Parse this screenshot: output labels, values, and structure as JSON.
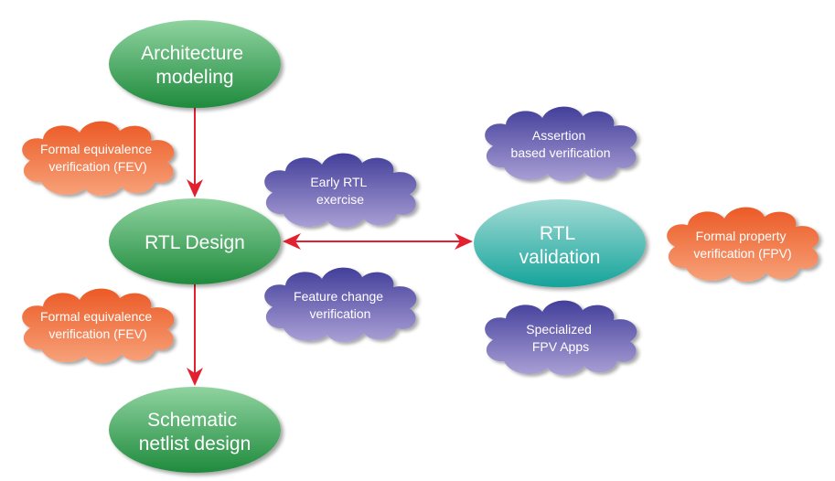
{
  "colors": {
    "green_top": "#8fd3a0",
    "green_bottom": "#1e8a3c",
    "teal_top": "#a5dcd6",
    "teal_bottom": "#14a39a",
    "orange_top": "#ec5a26",
    "orange_bottom": "#f7a27a",
    "purple_top": "#433f9a",
    "purple_bottom": "#aaa0d6",
    "arrow": "#e3202f"
  },
  "nodes": {
    "architecture": {
      "lines": [
        "Architecture",
        "modeling"
      ]
    },
    "rtl_design": {
      "lines": [
        "RTL Design"
      ]
    },
    "schematic": {
      "lines": [
        "Schematic",
        "netlist design"
      ]
    },
    "rtl_validation": {
      "lines": [
        "RTL",
        "validation"
      ]
    }
  },
  "clouds": {
    "fev_top": {
      "lines": [
        "Formal equivalence",
        "verification (FEV)"
      ]
    },
    "fev_bottom": {
      "lines": [
        "Formal equivalence",
        "verification (FEV)"
      ]
    },
    "early_rtl": {
      "lines": [
        "Early RTL",
        "exercise"
      ]
    },
    "feature_change": {
      "lines": [
        "Feature change",
        "verification"
      ]
    },
    "assertion": {
      "lines": [
        "Assertion",
        "based verification"
      ]
    },
    "specialized": {
      "lines": [
        "Specialized",
        "FPV Apps"
      ]
    },
    "fpv": {
      "lines": [
        "Formal property",
        "verification (FPV)"
      ]
    }
  },
  "edges": [
    {
      "from": "architecture",
      "to": "rtl_design",
      "direction": "forward"
    },
    {
      "from": "rtl_design",
      "to": "schematic",
      "direction": "forward"
    },
    {
      "from": "rtl_design",
      "to": "rtl_validation",
      "direction": "both"
    }
  ]
}
